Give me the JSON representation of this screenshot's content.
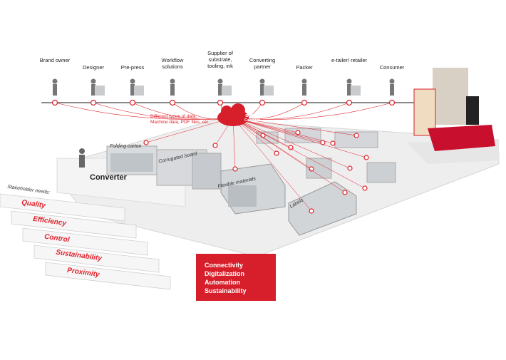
{
  "stakeholders": [
    {
      "label": "Brand owner",
      "icon": "person-icon"
    },
    {
      "label": "Designer",
      "icon": "designer-desk-icon"
    },
    {
      "label": "Pre-press",
      "icon": "prepress-icon"
    },
    {
      "label": "Workflow solutions",
      "icon": "workflow-icon"
    },
    {
      "label": "Supplier of substrate, tooling, ink",
      "icon": "supplier-icon"
    },
    {
      "label": "Converting partner",
      "icon": "converting-partner-icon"
    },
    {
      "label": "Packer",
      "icon": "packer-icon"
    },
    {
      "label": "e-tailer/ retailer",
      "icon": "shelf-icon"
    },
    {
      "label": "Consumer",
      "icon": "shopping-cart-icon"
    }
  ],
  "hub": {
    "line1": "BOBST",
    "line2": "Connect"
  },
  "data_types": {
    "line1": "Different types of data:",
    "line2": "Machine data, PDF files, etc."
  },
  "converter_label": "Converter",
  "areas": [
    "Folding carton",
    "Corrugated board",
    "Flexible materials",
    "Labels"
  ],
  "needs_title": "Stakeholder needs:",
  "needs": [
    "Quality",
    "Efficiency",
    "Control",
    "Sustainability",
    "Proximity"
  ],
  "pillars": [
    "Connectivity",
    "Digitalization",
    "Automation",
    "Sustainability"
  ],
  "colors": {
    "accent": "#d71f2b",
    "floor": "#ececec",
    "machine": "#cfd2d6",
    "text": "#222222"
  }
}
